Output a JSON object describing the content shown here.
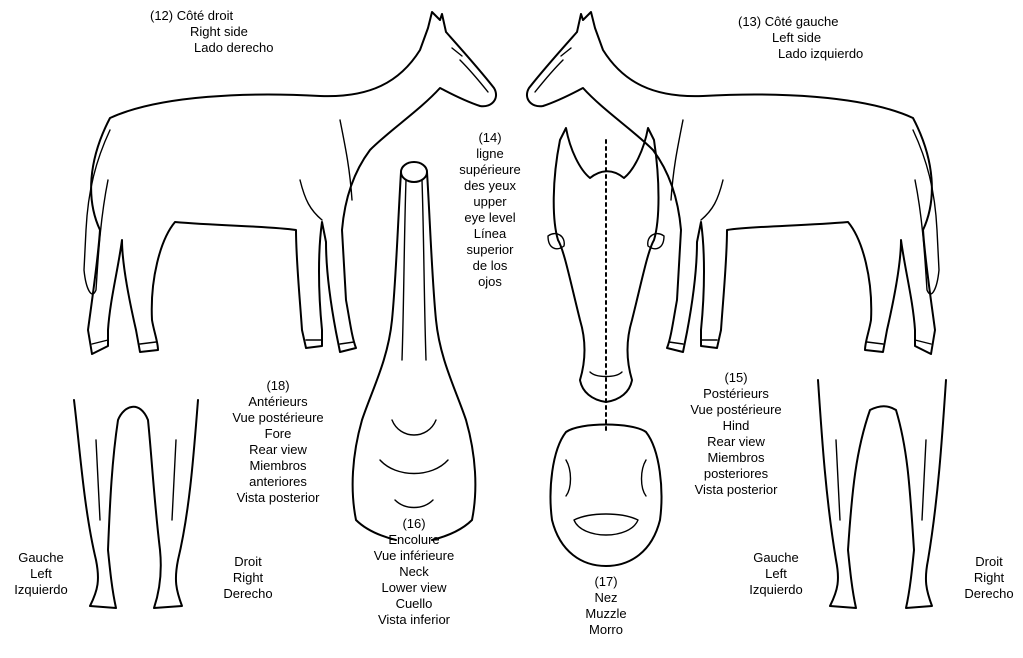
{
  "views": {
    "right_side": {
      "number": "(12) Côté droit",
      "en": "Right side",
      "es": "Lado derecho"
    },
    "left_side": {
      "number": "(13) Côté gauche",
      "en": "Left side",
      "es": "Lado izquierdo"
    },
    "eye_level": {
      "lines": [
        "(14)",
        "ligne",
        "supérieure",
        "des yeux",
        "upper",
        "eye level",
        "Línea",
        "superior",
        "de los",
        "ojos"
      ]
    },
    "fore": {
      "lines": [
        "(18)",
        "Antérieurs",
        "Vue postérieure",
        "Fore",
        "Rear view",
        "Miembros",
        "anteriores",
        "Vista posterior"
      ]
    },
    "hind": {
      "lines": [
        "(15)",
        "Postérieurs",
        "Vue postérieure",
        "Hind",
        "Rear view",
        "Miembros",
        "posteriores",
        "Vista posterior"
      ]
    },
    "neck": {
      "lines": [
        "(16)",
        "Encolure",
        "Vue inférieure",
        "Neck",
        "Lower view",
        "Cuello",
        "Vista inferior"
      ]
    },
    "muzzle": {
      "lines": [
        "(17)",
        "Nez",
        "Muzzle",
        "Morro"
      ]
    },
    "fore_left": {
      "lines": [
        "Gauche",
        "Left",
        "Izquierdo"
      ]
    },
    "fore_right": {
      "lines": [
        "Droit",
        "Right",
        "Derecho"
      ]
    },
    "hind_left": {
      "lines": [
        "Gauche",
        "Left",
        "Izquierdo"
      ]
    },
    "hind_right": {
      "lines": [
        "Droit",
        "Right",
        "Derecho"
      ]
    }
  }
}
